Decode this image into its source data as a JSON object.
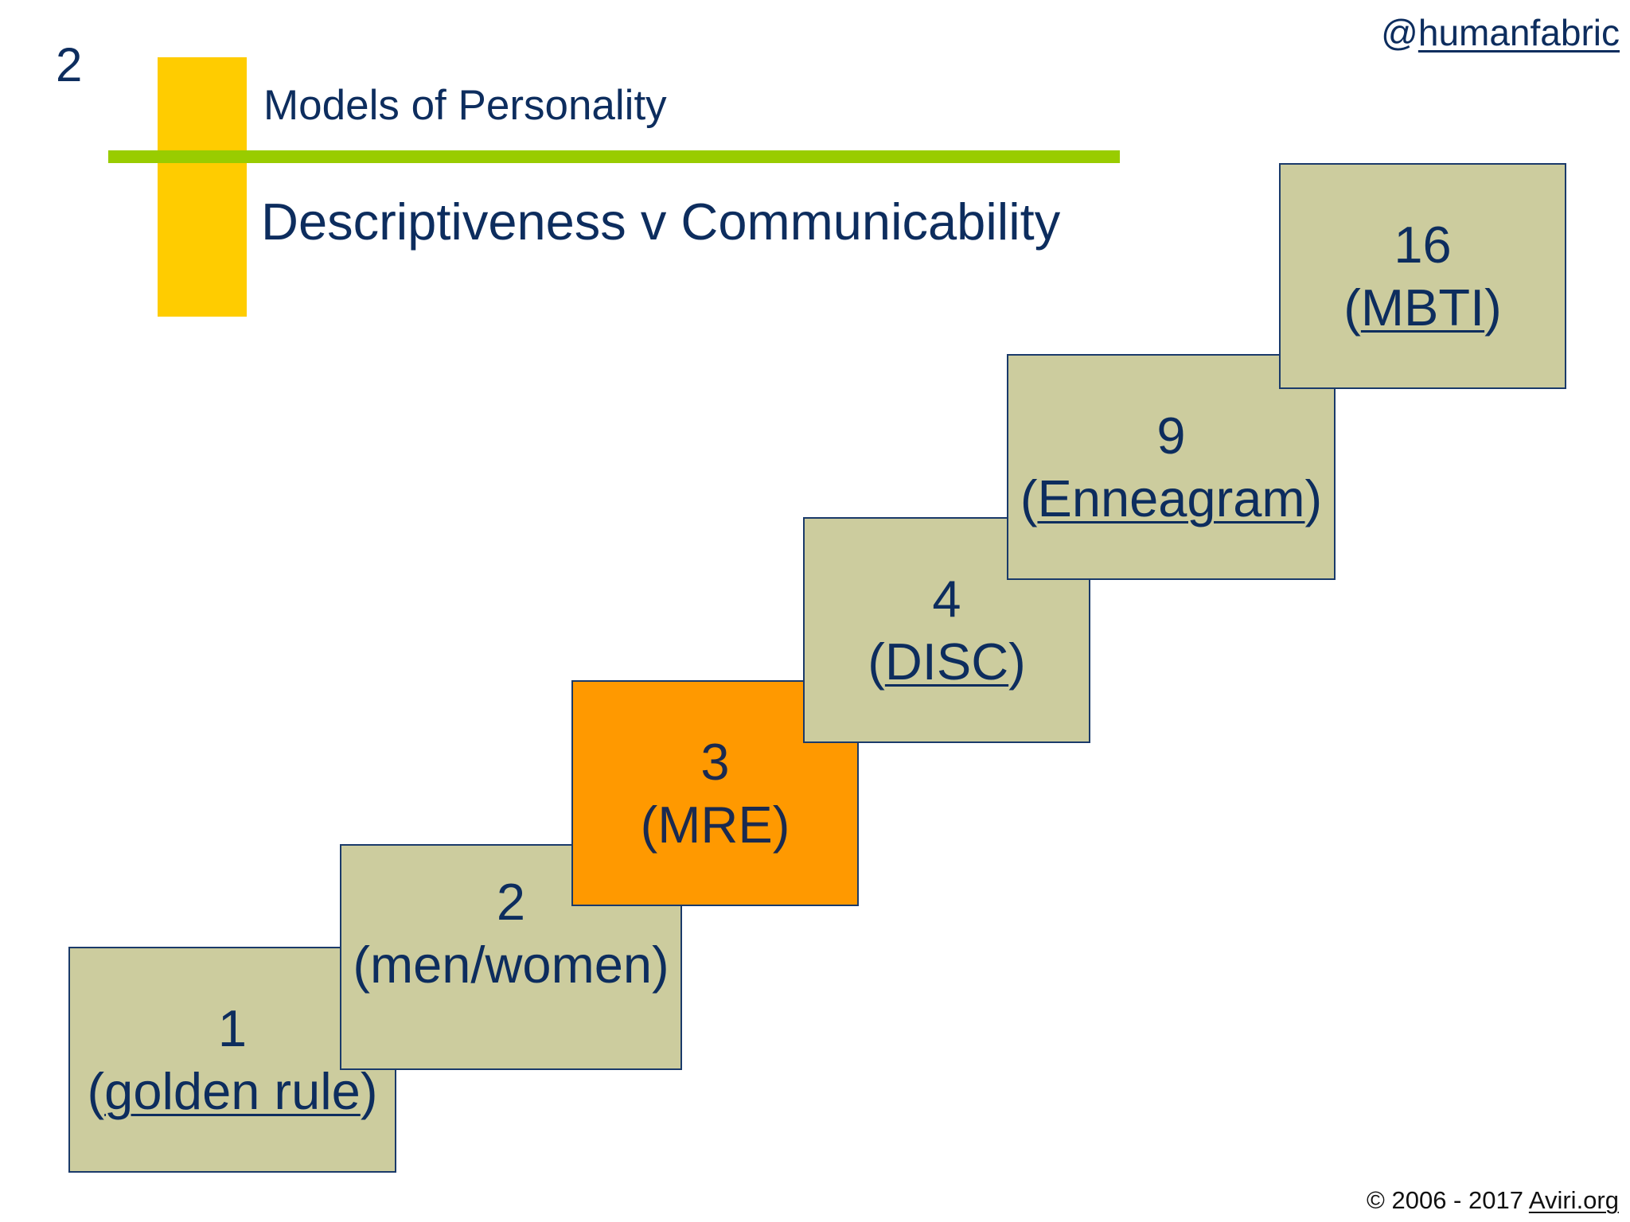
{
  "slide": {
    "number": "2",
    "handle_prefix": "@",
    "handle_link": "humanfabric",
    "title": "Models of Personality",
    "subtitle": "Descriptiveness v Communicability"
  },
  "steps": [
    {
      "count": "1",
      "open": "(",
      "label": "golden rule",
      "close": ")",
      "linked": true,
      "highlight": false
    },
    {
      "count": "2",
      "open": "(",
      "label": "men/women",
      "close": ")",
      "linked": false,
      "highlight": false
    },
    {
      "count": "3",
      "open": "(",
      "label": "MRE",
      "close": ")",
      "linked": false,
      "highlight": true
    },
    {
      "count": "4",
      "open": "(",
      "label": "DISC",
      "close": ")",
      "linked": true,
      "highlight": false
    },
    {
      "count": "9",
      "open": "(",
      "label": "Enneagram",
      "close": ")",
      "linked": true,
      "highlight": false
    },
    {
      "count": "16",
      "open": "(",
      "label": "MBTI",
      "close": ")",
      "linked": true,
      "highlight": false
    }
  ],
  "footer": {
    "copyright_prefix": "© 2006 - 2017 ",
    "copyright_link": "Aviri.org"
  },
  "colors": {
    "text": "#0d2d5e",
    "accent_yellow": "#ffcc00",
    "accent_green": "#99cc00",
    "box_fill": "#cccc9e",
    "highlight_fill": "#ff9900"
  }
}
